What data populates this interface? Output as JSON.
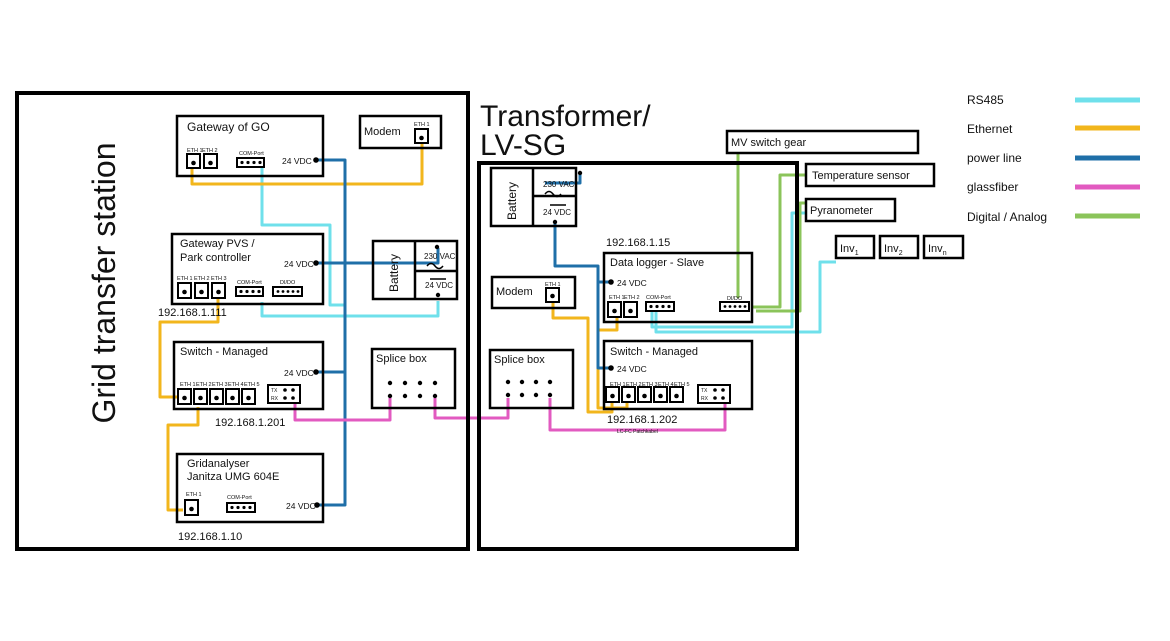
{
  "colors": {
    "rs485": "#6FE0EB",
    "ethernet": "#F2B61C",
    "power_line": "#1F6FA8",
    "glassfiber": "#E25AC0",
    "digital_analog": "#8BC45A",
    "frame": "#000000"
  },
  "legend": {
    "rs485": "RS485",
    "ethernet": "Ethernet",
    "power_line": "power line",
    "glassfiber": "glassfiber",
    "digital_analog": "Digital / Analog"
  },
  "grid_station": {
    "title": "Grid transfer station",
    "gateway_go": {
      "title": "Gateway of GO",
      "ports": [
        "ETH 1",
        "ETH 2"
      ],
      "com": "COM-Port",
      "power": "24 VDC"
    },
    "modem": {
      "title": "Modem",
      "port": "ETH 1"
    },
    "gateway_pvs": {
      "title1": "Gateway PVS /",
      "title2": "Park controller",
      "ports": [
        "ETH 1",
        "ETH 2",
        "ETH 3"
      ],
      "com": "COM-Port",
      "dido": "DI/DO",
      "power": "24 VDC",
      "ip": "192.168.1.111"
    },
    "battery": {
      "title": "Battery",
      "ac": "230 VAC",
      "dc": "24 VDC"
    },
    "switch": {
      "title": "Switch - Managed",
      "ports": [
        "ETH 1",
        "ETH 2",
        "ETH 3",
        "ETH 4",
        "ETH 5"
      ],
      "power": "24 VDC",
      "fiber": [
        "TX",
        "RX"
      ],
      "ip": "192.168.1.201"
    },
    "splice": {
      "title": "Splice box"
    },
    "gridanalyser": {
      "title1": "Gridanalyser",
      "title2": "Janitza UMG 604E",
      "port": "ETH 1",
      "com": "COM-Port",
      "power": "24 VDC",
      "ip": "192.168.1.10"
    }
  },
  "transformer": {
    "title1": "Transformer/",
    "title2": "LV-SG",
    "battery": {
      "title": "Battery",
      "ac": "230 VAC",
      "dc": "24 VDC"
    },
    "datalogger": {
      "ip": "192.168.1.15",
      "title": "Data logger - Slave",
      "power": "24 VDC",
      "ports": [
        "ETH 1",
        "ETH 2"
      ],
      "com": "COM-Port",
      "dido": "DI/DO"
    },
    "modem": {
      "title": "Modem",
      "port": "ETH 1"
    },
    "splice": {
      "title": "Splice box"
    },
    "switch": {
      "title": "Switch - Managed",
      "power": "24 VDC",
      "ports": [
        "ETH 1",
        "ETH 2",
        "ETH 3",
        "ETH 4",
        "ETH 5"
      ],
      "fiber": [
        "TX",
        "RX"
      ],
      "ip": "192.168.1.202",
      "cable": "LC-FC Patchkabel"
    }
  },
  "external": {
    "mv_switch": "MV switch gear",
    "temperature": "Temperature sensor",
    "pyranometer": "Pyranometer",
    "inverters": [
      {
        "base": "Inv",
        "sub": "1"
      },
      {
        "base": "Inv",
        "sub": "2"
      },
      {
        "base": "Inv",
        "sub": "n"
      }
    ]
  }
}
